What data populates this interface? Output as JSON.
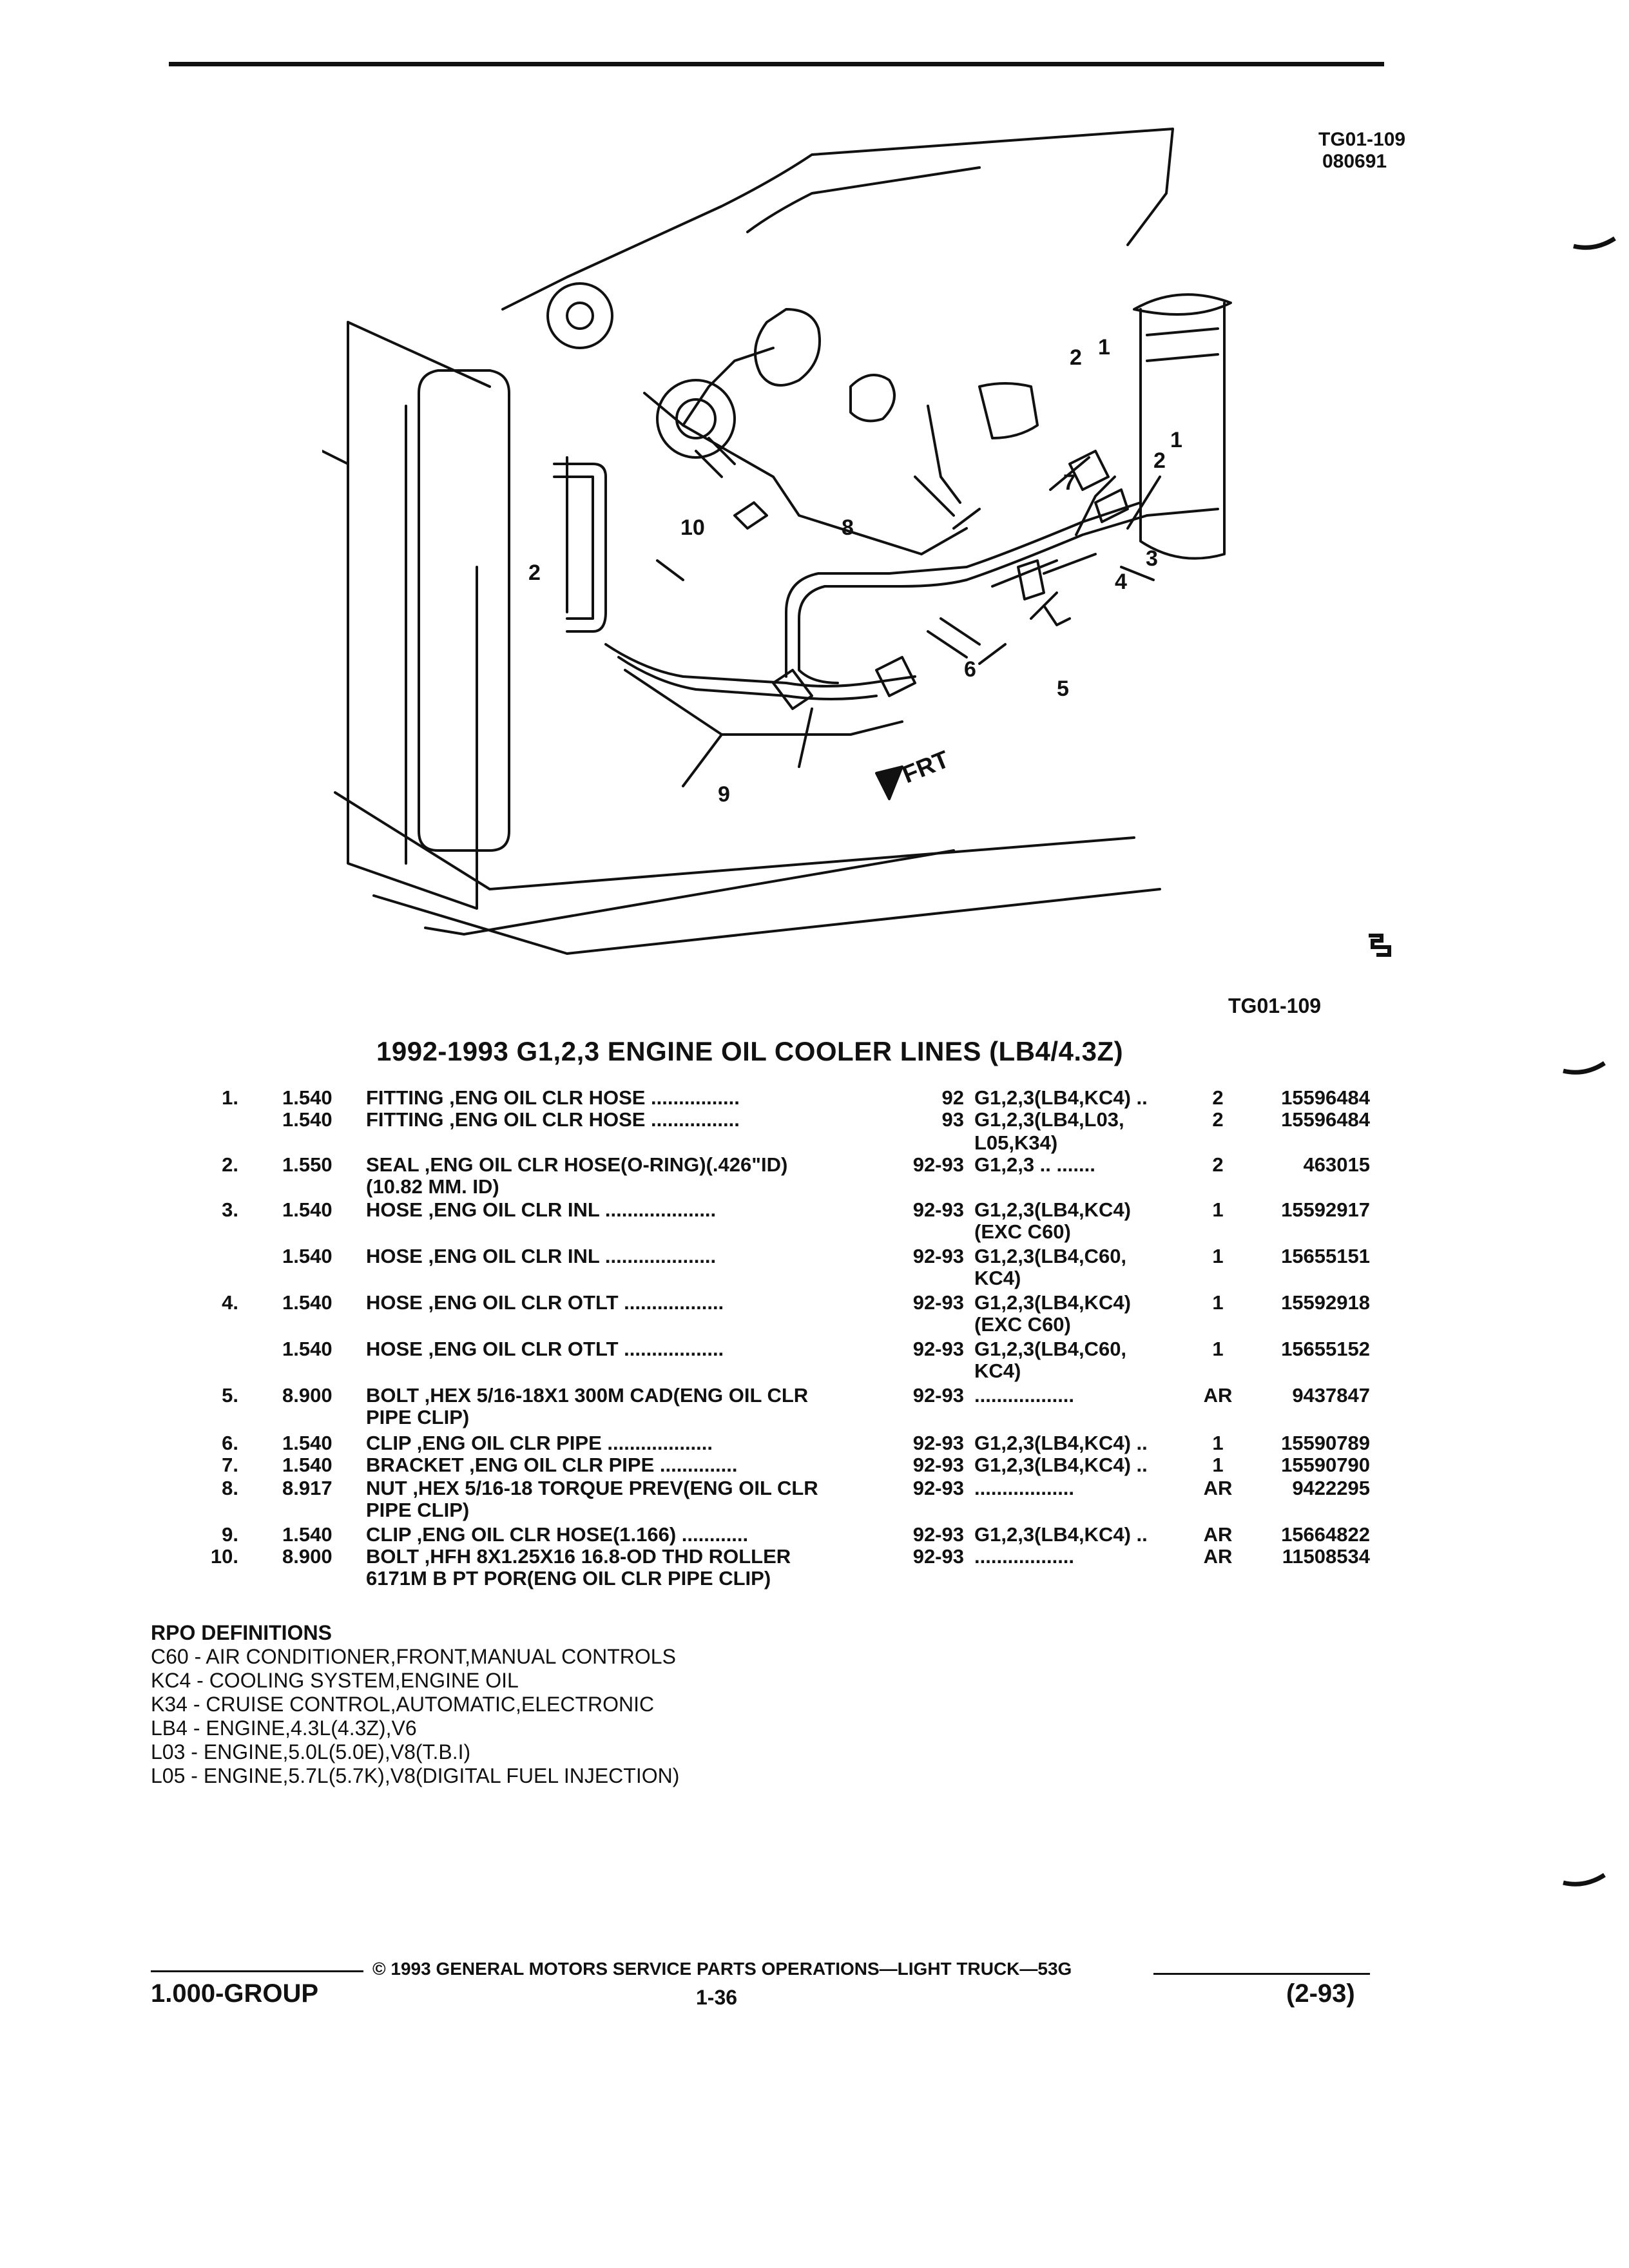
{
  "header": {
    "code1": "TG01-109",
    "code2": "080691"
  },
  "figure": {
    "callouts": [
      "1",
      "2",
      "3",
      "4",
      "5",
      "6",
      "7",
      "8",
      "9",
      "10",
      "2",
      "1",
      "2"
    ],
    "frt": "FRT",
    "logo_text": "",
    "figure_code": "TG01-109"
  },
  "title": "1992-1993 G1,2,3 ENGINE OIL COOLER LINES (LB4/4.3Z)",
  "rows": [
    {
      "no": "1.",
      "group": "1.540",
      "desc": "FITTING ,ENG OIL CLR HOSE ................",
      "year": "92",
      "usage": "G1,2,3(LB4,KC4) ..",
      "qty": "2",
      "part": "15596484"
    },
    {
      "no": "",
      "group": "1.540",
      "desc": "FITTING ,ENG OIL CLR HOSE ................",
      "year": "93",
      "usage": "G1,2,3(LB4,L03,",
      "qty": "2",
      "part": "15596484"
    },
    {
      "no": "",
      "group": "",
      "desc": "",
      "year": "",
      "usage": "L05,K34)",
      "qty": "",
      "part": ""
    },
    {
      "no": "2.",
      "group": "1.550",
      "desc": "SEAL ,ENG OIL CLR HOSE(O-RING)(.426\"ID)",
      "year": "92-93",
      "usage": "G1,2,3 .. .......",
      "qty": "2",
      "part": "463015"
    },
    {
      "no": "",
      "group": "",
      "desc": "(10.82 MM. ID)",
      "year": "",
      "usage": "",
      "qty": "",
      "part": ""
    },
    {
      "no": "3.",
      "group": "1.540",
      "desc": "HOSE ,ENG OIL CLR INL ....................",
      "year": "92-93",
      "usage": "G1,2,3(LB4,KC4)",
      "qty": "1",
      "part": "15592917"
    },
    {
      "no": "",
      "group": "",
      "desc": "",
      "year": "",
      "usage": "(EXC C60)",
      "qty": "",
      "part": ""
    },
    {
      "no": "",
      "group": "1.540",
      "desc": "HOSE ,ENG OIL CLR INL ....................",
      "year": "92-93",
      "usage": "G1,2,3(LB4,C60,",
      "qty": "1",
      "part": "15655151"
    },
    {
      "no": "",
      "group": "",
      "desc": "",
      "year": "",
      "usage": "KC4)",
      "qty": "",
      "part": ""
    },
    {
      "no": "4.",
      "group": "1.540",
      "desc": "HOSE ,ENG OIL CLR OTLT ..................",
      "year": "92-93",
      "usage": "G1,2,3(LB4,KC4)",
      "qty": "1",
      "part": "15592918"
    },
    {
      "no": "",
      "group": "",
      "desc": "",
      "year": "",
      "usage": "(EXC C60)",
      "qty": "",
      "part": ""
    },
    {
      "no": "",
      "group": "1.540",
      "desc": "HOSE ,ENG OIL CLR OTLT ..................",
      "year": "92-93",
      "usage": "G1,2,3(LB4,C60,",
      "qty": "1",
      "part": "15655152"
    },
    {
      "no": "",
      "group": "",
      "desc": "",
      "year": "",
      "usage": "KC4)",
      "qty": "",
      "part": ""
    },
    {
      "no": "5.",
      "group": "8.900",
      "desc": "BOLT ,HEX 5/16-18X1 300M CAD(ENG OIL CLR",
      "year": "92-93",
      "usage": "..................",
      "qty": "AR",
      "part": "9437847"
    },
    {
      "no": "",
      "group": "",
      "desc": "PIPE CLIP)",
      "year": "",
      "usage": "",
      "qty": "",
      "part": ""
    },
    {
      "no": "6.",
      "group": "1.540",
      "desc": "CLIP ,ENG OIL CLR PIPE ...................",
      "year": "92-93",
      "usage": "G1,2,3(LB4,KC4) ..",
      "qty": "1",
      "part": "15590789"
    },
    {
      "no": "7.",
      "group": "1.540",
      "desc": "BRACKET ,ENG OIL CLR PIPE ..............",
      "year": "92-93",
      "usage": "G1,2,3(LB4,KC4) ..",
      "qty": "1",
      "part": "15590790"
    },
    {
      "no": "8.",
      "group": "8.917",
      "desc": "NUT ,HEX 5/16-18 TORQUE PREV(ENG OIL CLR",
      "year": "92-93",
      "usage": "..................",
      "qty": "AR",
      "part": "9422295"
    },
    {
      "no": "",
      "group": "",
      "desc": "PIPE CLIP)",
      "year": "",
      "usage": "",
      "qty": "",
      "part": ""
    },
    {
      "no": "9.",
      "group": "1.540",
      "desc": "CLIP ,ENG OIL CLR HOSE(1.166) ............",
      "year": "92-93",
      "usage": "G1,2,3(LB4,KC4) ..",
      "qty": "AR",
      "part": "15664822"
    },
    {
      "no": "10.",
      "group": "8.900",
      "desc": "BOLT ,HFH 8X1.25X16 16.8-OD THD ROLLER",
      "year": "92-93",
      "usage": "..................",
      "qty": "AR",
      "part": "11508534"
    },
    {
      "no": "",
      "group": "",
      "desc": "6171M B PT POR(ENG OIL CLR PIPE CLIP)",
      "year": "",
      "usage": "",
      "qty": "",
      "part": ""
    }
  ],
  "rpo": {
    "heading": "RPO DEFINITIONS",
    "lines": [
      "C60 - AIR CONDITIONER,FRONT,MANUAL CONTROLS",
      "KC4 - COOLING SYSTEM,ENGINE OIL",
      "K34 - CRUISE CONTROL,AUTOMATIC,ELECTRONIC",
      "LB4 - ENGINE,4.3L(4.3Z),V6",
      "L03 - ENGINE,5.0L(5.0E),V8(T.B.I)",
      "L05 - ENGINE,5.7L(5.7K),V8(DIGITAL FUEL INJECTION)"
    ]
  },
  "footer": {
    "copyright": "© 1993 GENERAL MOTORS SERVICE PARTS OPERATIONS—LIGHT TRUCK—53G",
    "group": "1.000-GROUP",
    "page": "1-36",
    "revision": "(2-93)"
  }
}
